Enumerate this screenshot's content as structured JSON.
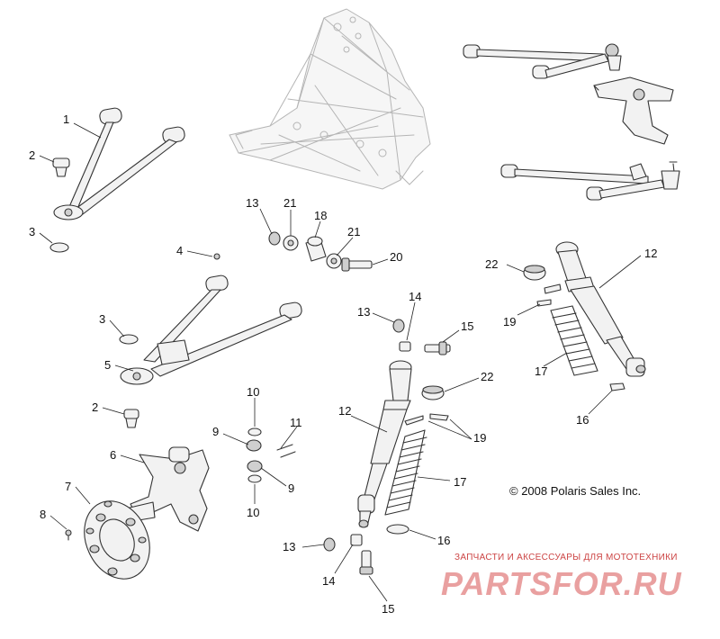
{
  "copyright": "© 2008 Polaris Sales Inc.",
  "watermark": {
    "tagline": "ЗАПЧАСТИ И АКСЕССУАРЫ ДЛЯ МОТОТЕХНИКИ",
    "logo": "PARTSFOR.RU"
  },
  "callouts": [
    {
      "id": "c1",
      "label": "1"
    },
    {
      "id": "c2a",
      "label": "2"
    },
    {
      "id": "c3a",
      "label": "3"
    },
    {
      "id": "c4",
      "label": "4"
    },
    {
      "id": "c3b",
      "label": "3"
    },
    {
      "id": "c5",
      "label": "5"
    },
    {
      "id": "c2b",
      "label": "2"
    },
    {
      "id": "c6",
      "label": "6"
    },
    {
      "id": "c7",
      "label": "7"
    },
    {
      "id": "c8",
      "label": "8"
    },
    {
      "id": "c13a",
      "label": "13"
    },
    {
      "id": "c21a",
      "label": "21"
    },
    {
      "id": "c18",
      "label": "18"
    },
    {
      "id": "c21b",
      "label": "21"
    },
    {
      "id": "c20",
      "label": "20"
    },
    {
      "id": "c13b",
      "label": "13"
    },
    {
      "id": "c14a",
      "label": "14"
    },
    {
      "id": "c15a",
      "label": "15"
    },
    {
      "id": "c10a",
      "label": "10"
    },
    {
      "id": "c9a",
      "label": "9"
    },
    {
      "id": "c11",
      "label": "11"
    },
    {
      "id": "c9b",
      "label": "9"
    },
    {
      "id": "c10b",
      "label": "10"
    },
    {
      "id": "c12a",
      "label": "12"
    },
    {
      "id": "c22a",
      "label": "22"
    },
    {
      "id": "c19a",
      "label": "19"
    },
    {
      "id": "c17a",
      "label": "17"
    },
    {
      "id": "c16a",
      "label": "16"
    },
    {
      "id": "c13c",
      "label": "13"
    },
    {
      "id": "c14b",
      "label": "14"
    },
    {
      "id": "c15b",
      "label": "15"
    },
    {
      "id": "c22b",
      "label": "22"
    },
    {
      "id": "c12b",
      "label": "12"
    },
    {
      "id": "c19b",
      "label": "19"
    },
    {
      "id": "c17b",
      "label": "17"
    },
    {
      "id": "c16b",
      "label": "16"
    }
  ]
}
